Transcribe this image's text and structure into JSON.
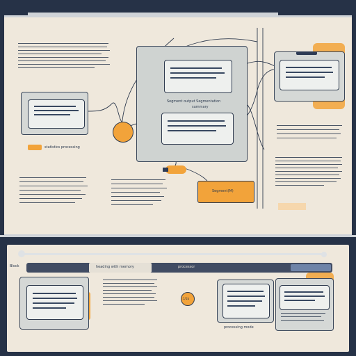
{
  "labels": {
    "top_chip": "statistics processing",
    "center_caption_1": "Segment output Segmentation",
    "center_caption_2": "summary",
    "orange_box": "Segment(M)",
    "bottom_left": "Block",
    "bottom_tab": "heading with memory",
    "bottom_tab2": "processor",
    "bottom_node": "1/1b",
    "bottom_caption": "processing mode"
  },
  "colors": {
    "paper": "#efe8dc",
    "navy": "#263247",
    "orange": "#f2a33a",
    "box": "#d5d8d6"
  }
}
